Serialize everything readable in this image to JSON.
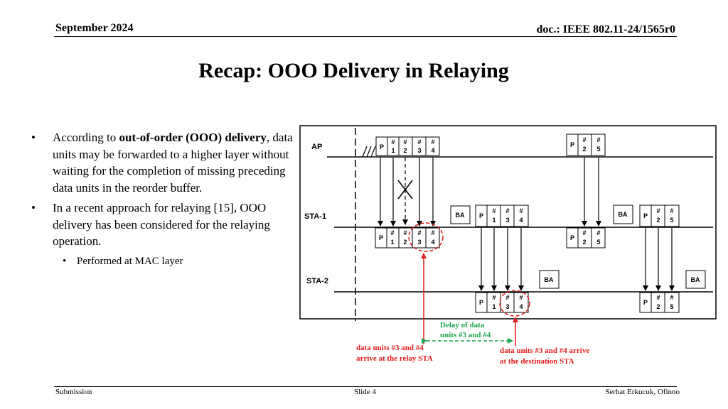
{
  "header": {
    "date": "September 2024",
    "doc": "doc.: IEEE 802.11-24/1565r0"
  },
  "title": "Recap: OOO Delivery in Relaying",
  "bullets": {
    "b1_before": "According to ",
    "b1_bold": "out-of-order (OOO) delivery",
    "b1_after": ", data units may be forwarded to a higher layer without waiting for the completion of missing preceding data units in the reorder buffer.",
    "b2": "In a recent approach for relaying [15], OOO delivery has been considered for the relaying operation.",
    "b2_sub": "Performed at MAC layer"
  },
  "diagram": {
    "stations": [
      "AP",
      "STA-1",
      "STA-2"
    ],
    "preamble": "P",
    "hash": "#",
    "ack": "BA",
    "frames": {
      "ap_tx1": [
        "1",
        "2",
        "3",
        "4"
      ],
      "ap_tx2": [
        "2",
        "5"
      ],
      "sta1_tx1": [
        "1",
        "3",
        "4"
      ],
      "sta1_tx2": [
        "2",
        "5"
      ],
      "sta1_rx1": [
        "1",
        "2",
        "3",
        "4"
      ],
      "sta1_rx2": [
        "2",
        "5"
      ],
      "sta2_rx1": [
        "1",
        "3",
        "4"
      ],
      "sta2_rx2": [
        "2",
        "5"
      ]
    },
    "annotations": {
      "delay_line1": "Delay of data",
      "delay_line2": "units #3 and #4",
      "relay_line1": "data units #3 and #4",
      "relay_line2": "arrive at the relay STA",
      "dest_line1": "data units #3 and #4 arrive",
      "dest_line2": "at the destination STA"
    },
    "colors": {
      "red": "#e31b1b",
      "green": "#1aa64b"
    }
  },
  "footer": {
    "left": "Submission",
    "mid": "Slide 4",
    "right": "Serhat Erkucuk, Ofinno"
  }
}
